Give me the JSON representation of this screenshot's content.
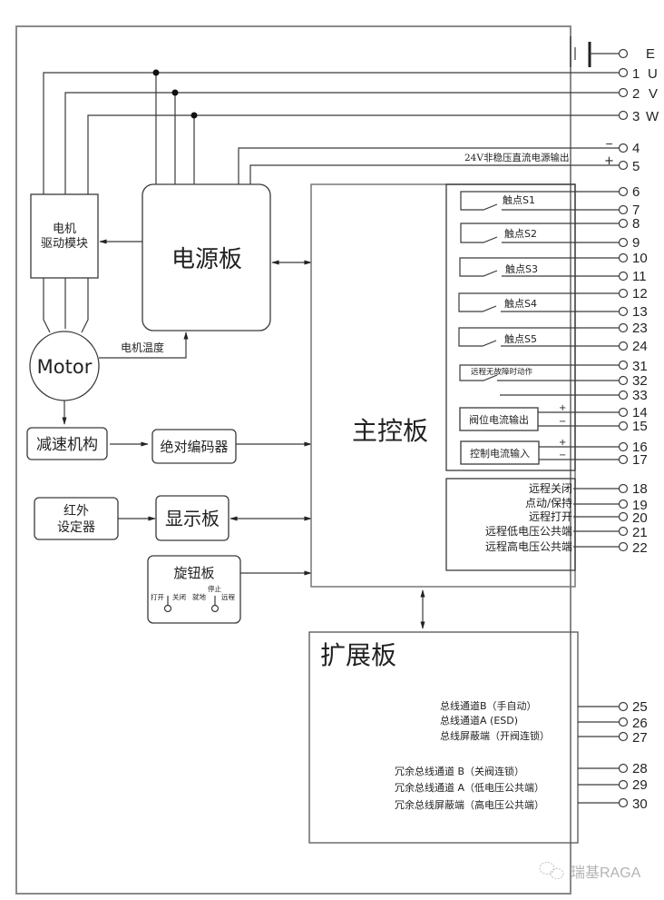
{
  "diagram": {
    "title": "Electric actuator wiring block diagram",
    "blocks": {
      "motor_driver": {
        "line1": "电机",
        "line2": "驱动模块"
      },
      "power_board": "电源板",
      "motor": "Motor",
      "motor_temp": "电机温度",
      "reducer": "减速机构",
      "encoder": "绝对编码器",
      "ir_setter": {
        "line1": "红外",
        "line2": "设定器"
      },
      "display_board": "显示板",
      "knob_board": {
        "title": "旋钮板",
        "opt_open": "打开",
        "opt_close": "关闭",
        "opt_local": "就地",
        "opt_stop": "停止",
        "opt_remote": "远程"
      },
      "main_board": "主控板",
      "expansion_board": "扩展板"
    },
    "power_terminals": [
      {
        "num": "",
        "label": "E"
      },
      {
        "num": "1",
        "label": "U"
      },
      {
        "num": "2",
        "label": "V"
      },
      {
        "num": "3",
        "label": "W"
      }
    ],
    "dc_output": {
      "label": "24V非稳压直流电源输出",
      "minus": "−",
      "plus": "+",
      "minus_terminal": "4",
      "plus_terminal": "5"
    },
    "contacts": [
      {
        "label": "触点S1",
        "t1": "6",
        "t2": "7"
      },
      {
        "label": "触点S2",
        "t1": "8",
        "t2": "9"
      },
      {
        "label": "触点S3",
        "t1": "10",
        "t2": "11"
      },
      {
        "label": "触点S4",
        "t1": "12",
        "t2": "13"
      },
      {
        "label": "触点S5",
        "t1": "23",
        "t2": "24"
      }
    ],
    "fault_relay": {
      "label": "远程无故障时动作",
      "t1": "31",
      "t2": "32",
      "t3": "33"
    },
    "current_io": [
      {
        "label": "阀位电流输出",
        "plus": "+",
        "minus": "−",
        "tp": "14",
        "tm": "15"
      },
      {
        "label": "控制电流输入",
        "plus": "+",
        "minus": "−",
        "tp": "16",
        "tm": "17"
      }
    ],
    "remote_inputs": [
      {
        "label": "远程关闭",
        "terminal": "18"
      },
      {
        "label": "点动/保持",
        "terminal": "19"
      },
      {
        "label": "远程打开",
        "terminal": "20"
      },
      {
        "label": "远程低电压公共端",
        "terminal": "21"
      },
      {
        "label": "远程高电压公共端",
        "terminal": "22"
      }
    ],
    "bus_terminals": [
      {
        "label": "总线通道B（手自动）",
        "terminal": "25"
      },
      {
        "label": "总线通道A (ESD)",
        "terminal": "26"
      },
      {
        "label": "总线屏蔽端（开阀连锁）",
        "terminal": "27"
      },
      {
        "label": "冗余总线通道 B（关阀连锁）",
        "terminal": "28"
      },
      {
        "label": "冗余总线通道 A（低电压公共端）",
        "terminal": "29"
      },
      {
        "label": "冗余总线屏蔽端（高电压公共端）",
        "terminal": "30"
      }
    ],
    "watermark": "瑞基RAGA"
  }
}
